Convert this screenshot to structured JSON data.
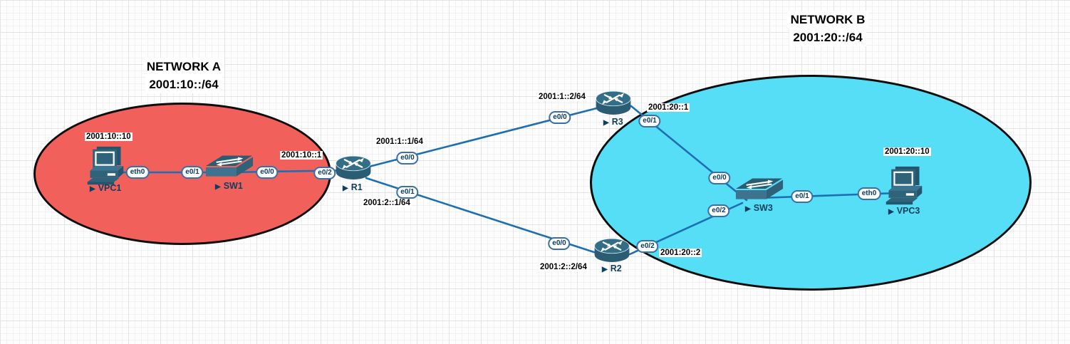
{
  "network_a": {
    "title": "NETWORK A",
    "subnet": "2001:10::/64",
    "fill_color": "#f2605c"
  },
  "network_b": {
    "title": "NETWORK B",
    "subnet": "2001:20::/64",
    "fill_color": "#55def5"
  },
  "marker": "▶",
  "nodes": {
    "vpc1": {
      "label": "VPC1",
      "type": "pc"
    },
    "sw1": {
      "label": "SW1",
      "type": "switch"
    },
    "r1": {
      "label": "R1",
      "type": "router"
    },
    "r3": {
      "label": "R3",
      "type": "router"
    },
    "r2": {
      "label": "R2",
      "type": "router"
    },
    "sw3": {
      "label": "SW3",
      "type": "switch"
    },
    "vpc3": {
      "label": "VPC3",
      "type": "pc"
    }
  },
  "ports": {
    "vpc1_eth0": "eth0",
    "sw1_e01": "e0/1",
    "sw1_e00": "e0/0",
    "r1_e02": "e0/2",
    "r1_e00": "e0/0",
    "r1_e01": "e0/1",
    "r3_e00": "e0/0",
    "r3_e01": "e0/1",
    "r2_e00": "e0/0",
    "r2_e02": "e0/2",
    "sw3_e00": "e0/0",
    "sw3_e02": "e0/2",
    "sw3_e01": "e0/1",
    "vpc3_eth0": "eth0"
  },
  "ip_labels": {
    "vpc1": "2001:10::10",
    "r1_lan": "2001:10::1",
    "r1_to_r3": "2001:1::1/64",
    "r1_to_r2": "2001:2::1/64",
    "r3_to_r1": "2001:1::2/64",
    "r2_to_r1": "2001:2::2/64",
    "r3_lan": "2001:20::1",
    "r2_lan": "2001:20::2",
    "vpc3": "2001:20::10"
  },
  "links": [
    {
      "from": "VPC1",
      "from_port": "eth0",
      "to": "SW1",
      "to_port": "e0/1"
    },
    {
      "from": "SW1",
      "from_port": "e0/0",
      "to": "R1",
      "to_port": "e0/2"
    },
    {
      "from": "R1",
      "from_port": "e0/0",
      "to": "R3",
      "to_port": "e0/0"
    },
    {
      "from": "R1",
      "from_port": "e0/1",
      "to": "R2",
      "to_port": "e0/0"
    },
    {
      "from": "R3",
      "from_port": "e0/1",
      "to": "SW3",
      "to_port": "e0/0"
    },
    {
      "from": "R2",
      "from_port": "e0/2",
      "to": "SW3",
      "to_port": "e0/2"
    },
    {
      "from": "SW3",
      "from_port": "e0/1",
      "to": "VPC3",
      "to_port": "eth0"
    }
  ],
  "colors": {
    "link": "#1d6fb2",
    "device_body": "#2e6379",
    "ellipse_border": "#0d0d0d",
    "port_border": "#3b6fa5",
    "port_text": "#0d3a5c"
  }
}
